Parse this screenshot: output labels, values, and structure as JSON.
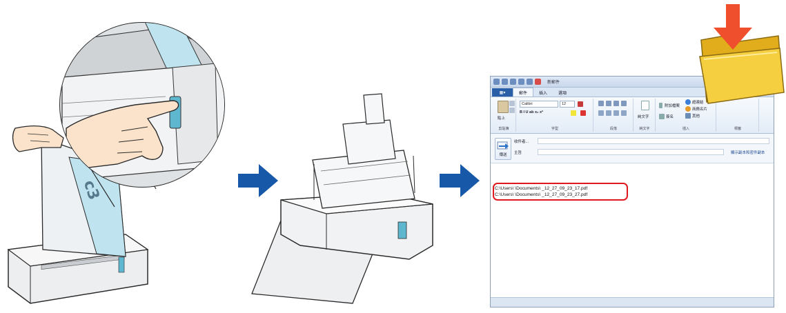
{
  "colors": {
    "arrow": "#1759a8",
    "highlight": "#e0181e",
    "scanner_button": "#5fb6cf",
    "folder": "#f3c832",
    "folder_arrow": "#ef4f2c"
  },
  "icons": [
    "hand-pointing-icon",
    "arrow-right-icon",
    "folder-icon",
    "down-arrow-icon",
    "send-icon"
  ],
  "mail_window": {
    "title": "新郵件",
    "ribbon": {
      "tabs": [
        "郵件",
        "插入",
        "選項"
      ],
      "clipboard": {
        "paste_label": "貼上",
        "group_label": "剪貼簿"
      },
      "font": {
        "name": "Calibri",
        "size": "12",
        "group_label": "字型"
      },
      "paragraph": {
        "group_label": "段落"
      },
      "basic_text": {
        "button_label": "純文字",
        "group_label": "純文字"
      },
      "include": {
        "attach_label": "附加檔案",
        "item_label": "超連結",
        "signature_label": "簽名",
        "other_label": "其他",
        "business_card_label": "商務名片",
        "group_label": "插入"
      },
      "tags": {
        "group_label": "標籤"
      }
    },
    "fields": {
      "send_label": "傳送",
      "to_label": "收件者...",
      "subject_label": "主旨",
      "right_link": "顯示副本和密件副本"
    },
    "body": {
      "paths": [
        "C:\\Users\\        \\Documents\\       _12_27_09_23_17.pdf",
        "C:\\Users\\        \\Documents\\       _12_27_09_23_27.pdf"
      ]
    }
  }
}
